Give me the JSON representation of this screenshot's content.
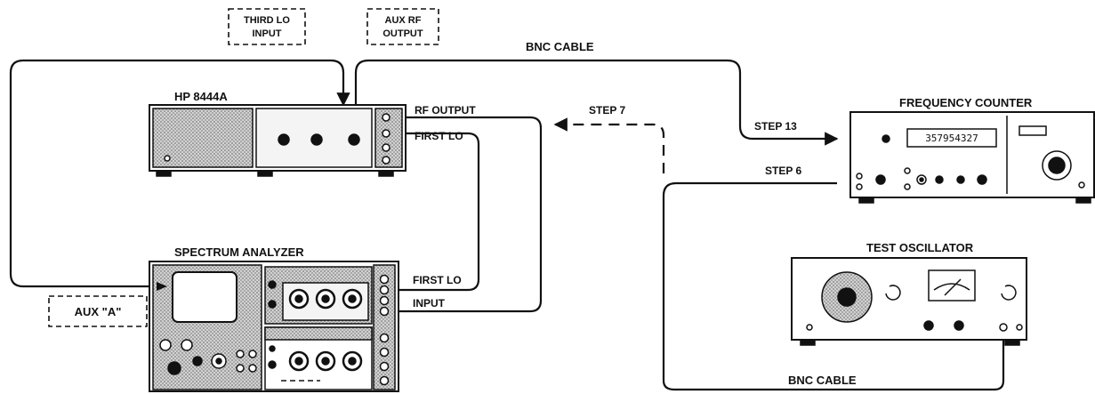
{
  "labels": {
    "third_lo_input_line1": "THIRD LO",
    "third_lo_input_line2": "INPUT",
    "aux_rf_output_line1": "AUX RF",
    "aux_rf_output_line2": "OUTPUT",
    "bnc_cable_top": "BNC CABLE",
    "hp_8444a": "HP 8444A",
    "rf_output": "RF OUTPUT",
    "first_lo_upper": "FIRST LO",
    "step_7": "STEP 7",
    "step_13": "STEP 13",
    "step_6": "STEP 6",
    "frequency_counter": "FREQUENCY COUNTER",
    "counter_display": "357954327",
    "spectrum_analyzer": "SPECTRUM ANALYZER",
    "first_lo_lower": "FIRST LO",
    "input": "INPUT",
    "aux_a": "AUX \"A\"",
    "test_oscillator": "TEST OSCILLATOR",
    "bnc_cable_bottom": "BNC CABLE"
  },
  "colors": {
    "line": "#111111",
    "panel_gray": "#b9b9b9",
    "panel_light": "#f4f4f4"
  },
  "icons": [
    "arrow-icon",
    "knob-icon",
    "meter-icon",
    "crt-screen-icon",
    "connector-icon"
  ]
}
